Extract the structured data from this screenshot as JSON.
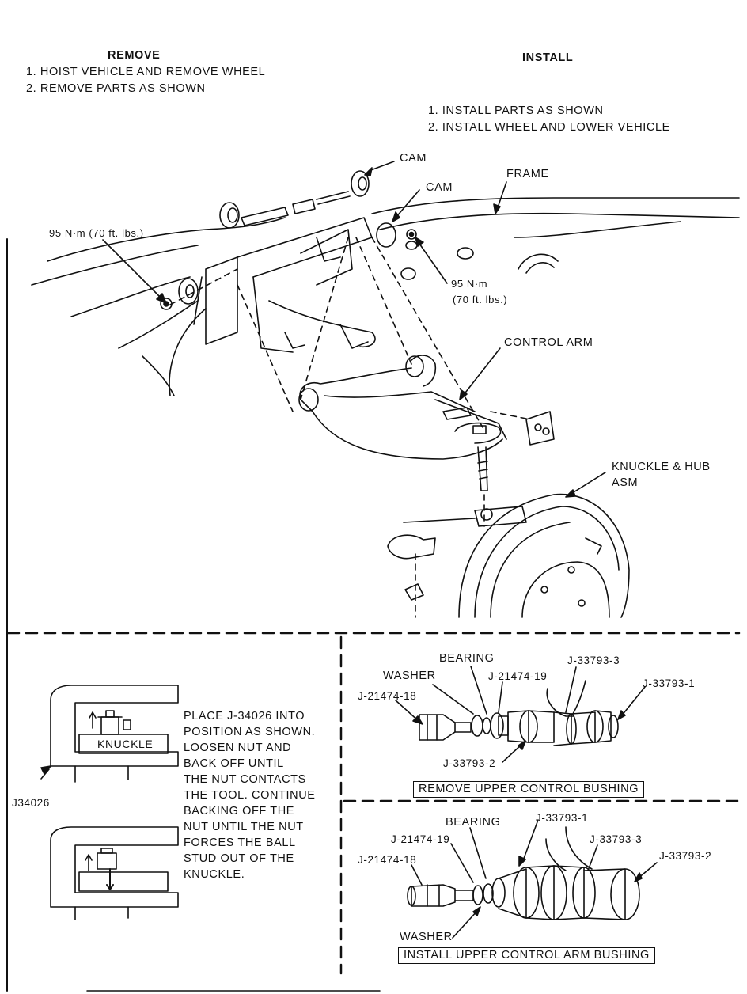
{
  "remove": {
    "title": "REMOVE",
    "steps": [
      "1.  HOIST VEHICLE AND REMOVE WHEEL",
      "2.  REMOVE PARTS AS SHOWN"
    ]
  },
  "install": {
    "title": "INSTALL",
    "steps": [
      "1.  INSTALL PARTS AS SHOWN",
      "2.  INSTALL WHEEL AND LOWER VEHICLE"
    ]
  },
  "main_labels": {
    "cam_top": "CAM",
    "cam_mid": "CAM",
    "frame": "FRAME",
    "torque_left": "95 N·m (70 ft. lbs.)",
    "torque_right_1": "95 N·m",
    "torque_right_2": "(70 ft. lbs.)",
    "control_arm": "CONTROL ARM",
    "knuckle_hub_1": "KNUCKLE & HUB",
    "knuckle_hub_2": "ASM"
  },
  "tool_panel": {
    "knuckle": "KNUCKLE",
    "tool": "J34026",
    "instructions": [
      "PLACE J-34026 INTO",
      "POSITION AS SHOWN.",
      "LOOSEN NUT AND",
      "BACK OFF UNTIL",
      "THE NUT CONTACTS",
      "THE TOOL. CONTINUE",
      "BACKING OFF THE",
      "NUT UNTIL THE NUT",
      "FORCES THE BALL",
      "STUD OUT OF THE",
      "KNUCKLE."
    ]
  },
  "remove_bushing": {
    "bearing": "BEARING",
    "washer": "WASHER",
    "j21474_19": "J-21474-19",
    "j33793_3": "J-33793-3",
    "j33793_1": "J-33793-1",
    "j21474_18": "J-21474-18",
    "j33793_2": "J-33793-2",
    "caption": "REMOVE UPPER CONTROL BUSHING"
  },
  "install_bushing": {
    "bearing": "BEARING",
    "j33793_1": "J-33793-1",
    "j21474_19": "J-21474-19",
    "j33793_3": "J-33793-3",
    "j21474_18": "J-21474-18",
    "j33793_2": "J-33793-2",
    "washer": "WASHER",
    "caption": "INSTALL UPPER CONTROL ARM BUSHING"
  }
}
